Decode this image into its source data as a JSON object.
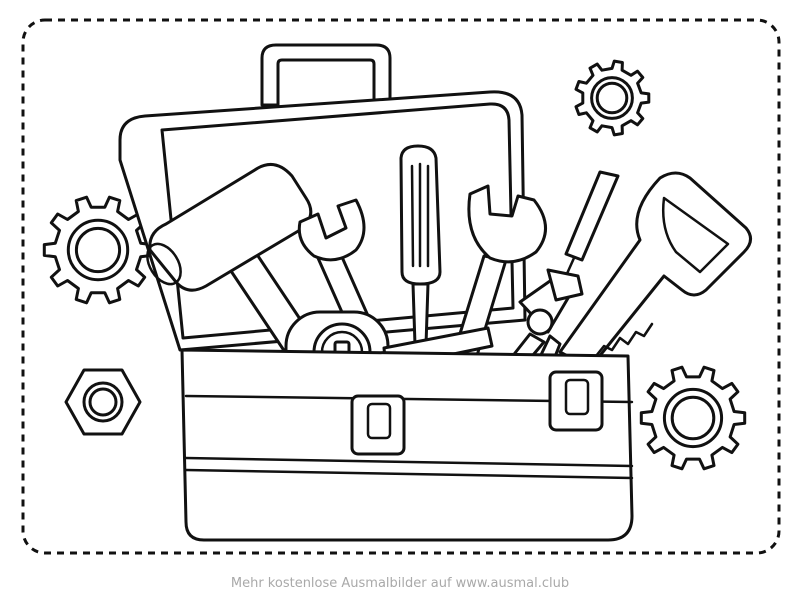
{
  "footer": {
    "credit": "Mehr kostenlose Ausmalbilder auf www.ausmal.club"
  },
  "colors": {
    "line": "#111111",
    "background": "#ffffff",
    "footer_text": "#a9a9a9"
  },
  "illustration": {
    "subject": "toolbox",
    "items": [
      "hammer",
      "wrench",
      "screwdriver",
      "tape-measure",
      "pliers",
      "saw",
      "gear",
      "hex-nut"
    ]
  }
}
